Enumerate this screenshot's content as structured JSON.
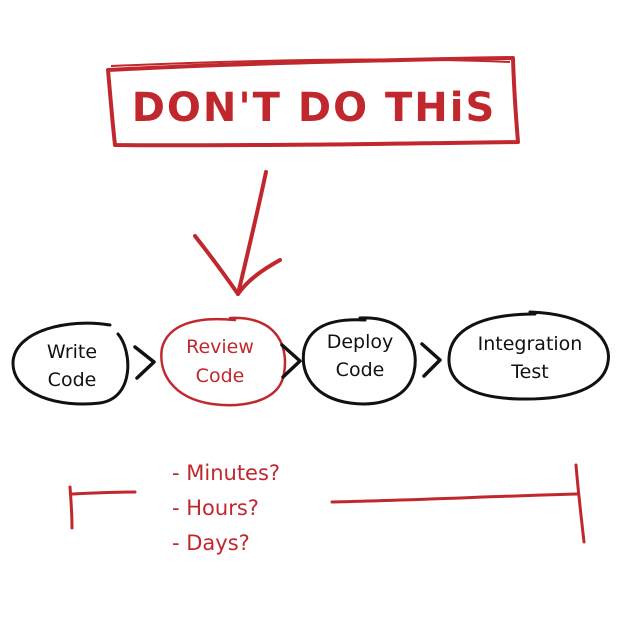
{
  "banner": {
    "text": "DON'T DO THiS",
    "color": "#c0282d"
  },
  "colors": {
    "ink": "#111111",
    "accent": "#c0282d"
  },
  "steps": [
    {
      "lines": [
        "Write",
        "Code"
      ],
      "highlight": false
    },
    {
      "lines": [
        "Review",
        "Code"
      ],
      "highlight": true
    },
    {
      "lines": [
        "Deploy",
        "Code"
      ],
      "highlight": false
    },
    {
      "lines": [
        "Integration",
        "Test"
      ],
      "highlight": false
    }
  ],
  "timeframe": {
    "options": [
      "- Minutes?",
      "- Hours?",
      "- Days?"
    ]
  }
}
